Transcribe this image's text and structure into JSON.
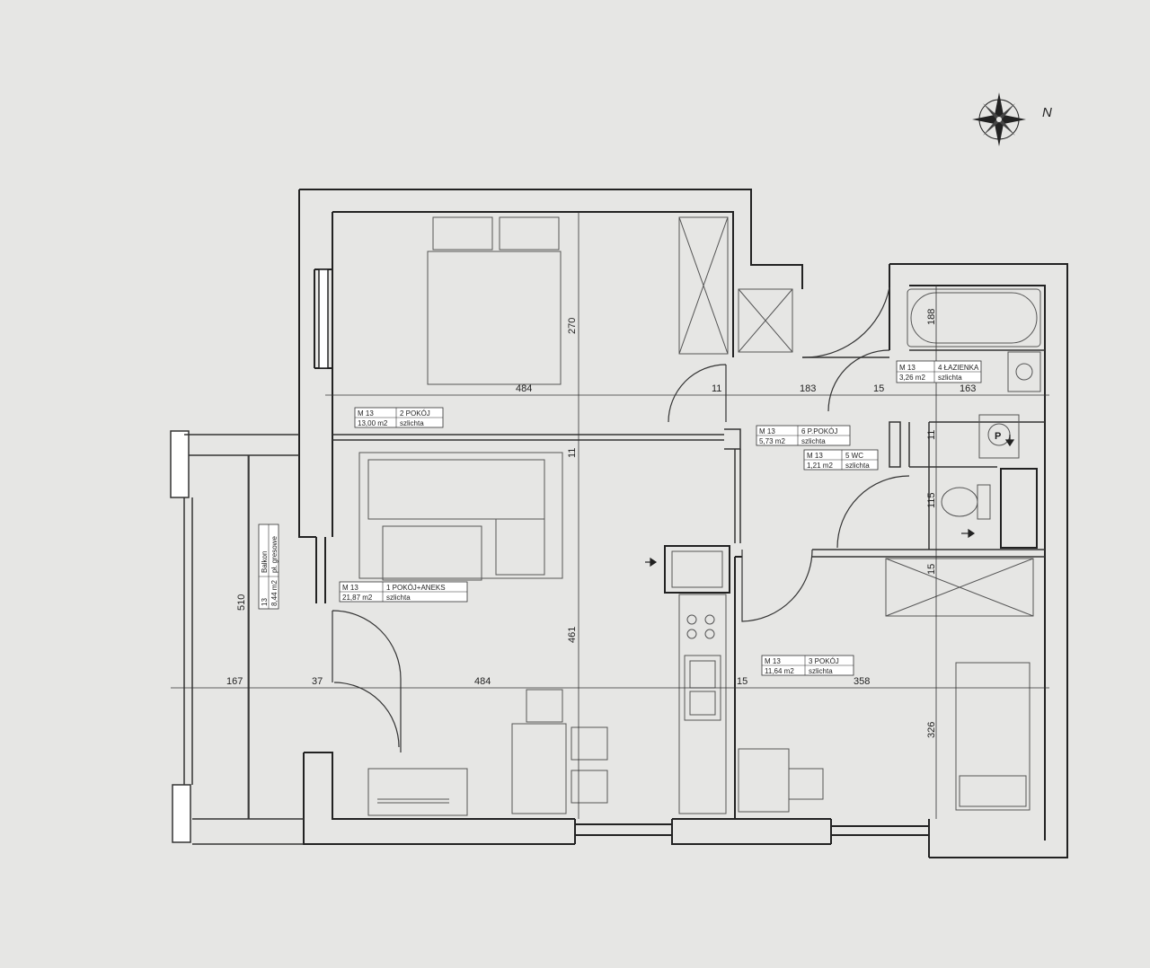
{
  "compass": {
    "label": "N",
    "icon": "compass-rose-icon"
  },
  "rooms": [
    {
      "id": "room-2",
      "code": "M 13",
      "name": "2 POKÓJ",
      "area": "13,00 m2",
      "finish": "szlichta"
    },
    {
      "id": "room-1",
      "code": "M 13",
      "name": "1 POKÓJ+ANEKS",
      "area": "21,87 m2",
      "finish": "szlichta"
    },
    {
      "id": "room-6",
      "code": "M 13",
      "name": "6 P.POKÓJ",
      "area": "5,73 m2",
      "finish": "szlichta"
    },
    {
      "id": "room-5",
      "code": "M 13",
      "name": "5 WC",
      "area": "1,21 m2",
      "finish": "szlichta"
    },
    {
      "id": "room-4",
      "code": "M 13",
      "name": "4 ŁAZIENKA",
      "area": "3,26 m2",
      "finish": "szlichta"
    },
    {
      "id": "room-3",
      "code": "M 13",
      "name": "3 POKÓJ",
      "area": "11,64 m2",
      "finish": "szlichta"
    }
  ],
  "balcony": {
    "code": "13",
    "name": "Balkon",
    "area": "8,44 m2",
    "finish": "pł. gresowe"
  },
  "dimensions": {
    "top": [
      "484",
      "11",
      "183",
      "15",
      "163"
    ],
    "bottom": [
      "167",
      "37",
      "484",
      "15",
      "358"
    ],
    "vertical": [
      "270",
      "11",
      "461",
      "510",
      "188",
      "11",
      "115",
      "15",
      "326"
    ]
  },
  "symbols": {
    "boiler": "P"
  }
}
